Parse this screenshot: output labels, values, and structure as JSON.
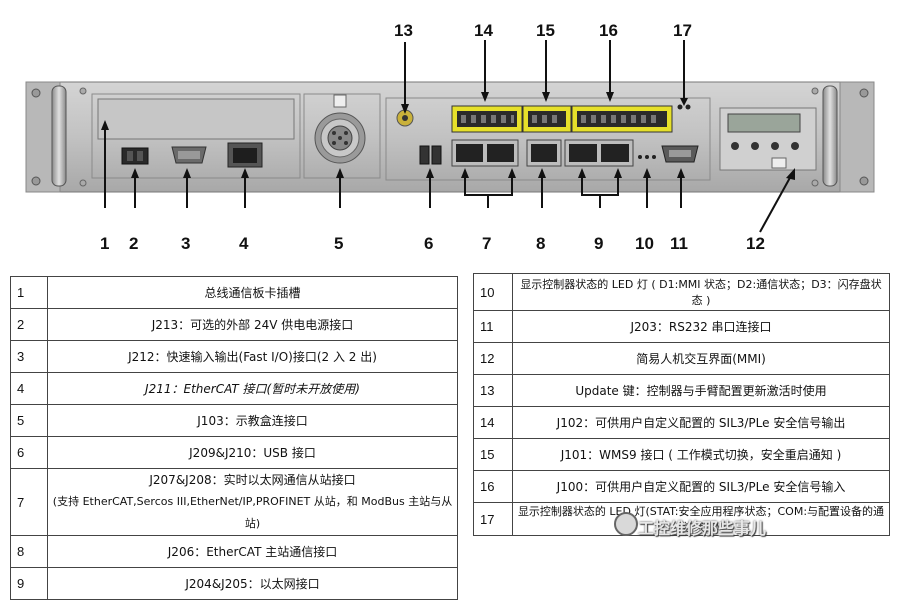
{
  "callouts": [
    "1",
    "2",
    "3",
    "4",
    "5",
    "6",
    "7",
    "8",
    "9",
    "10",
    "11",
    "12",
    "13",
    "14",
    "15",
    "16",
    "17"
  ],
  "legend_left": [
    {
      "n": "1",
      "text": "总线通信板卡插槽"
    },
    {
      "n": "2",
      "text": "J213：可选的外部 24V 供电电源接口"
    },
    {
      "n": "3",
      "text": "J212：快速输入输出(Fast I/O)接口(2 入 2 出)"
    },
    {
      "n": "4",
      "text": "J211：EtherCAT 接口(暂时未开放使用)"
    },
    {
      "n": "5",
      "text": "J103：示教盒连接口"
    },
    {
      "n": "6",
      "text": "J209&J210：USB 接口"
    },
    {
      "n": "7",
      "text": "J207&J208：实时以太网通信从站接口",
      "text2": "(支持 EtherCAT,Sercos III,EtherNet/IP,PROFINET 从站，和 ModBus 主站与从站)"
    },
    {
      "n": "8",
      "text": "J206：EtherCAT 主站通信接口"
    },
    {
      "n": "9",
      "text": "J204&J205：以太网接口"
    }
  ],
  "legend_right": [
    {
      "n": "10",
      "text": "显示控制器状态的 LED 灯 ( D1:MMI 状态；D2:通信状态；D3：闪存盘状态 )"
    },
    {
      "n": "11",
      "text": "J203：RS232 串口连接口"
    },
    {
      "n": "12",
      "text": "简易人机交互界面(MMI)"
    },
    {
      "n": "13",
      "text": "Update 键：控制器与手臂配置更新激活时使用"
    },
    {
      "n": "14",
      "text": "J102：可供用户自定义配置的 SIL3/PLe 安全信号输出"
    },
    {
      "n": "15",
      "text": "J101：WMS9 接口 ( 工作模式切换，安全重启通知 )"
    },
    {
      "n": "16",
      "text": "J100：可供用户自定义配置的 SIL3/PLe 安全信号输入"
    },
    {
      "n": "17",
      "text": "显示控制器状态的 LED 灯(STAT:安全应用程序状态；COM:与配置设备的通信状态)"
    }
  ],
  "watermark": "工控维修那些事儿"
}
